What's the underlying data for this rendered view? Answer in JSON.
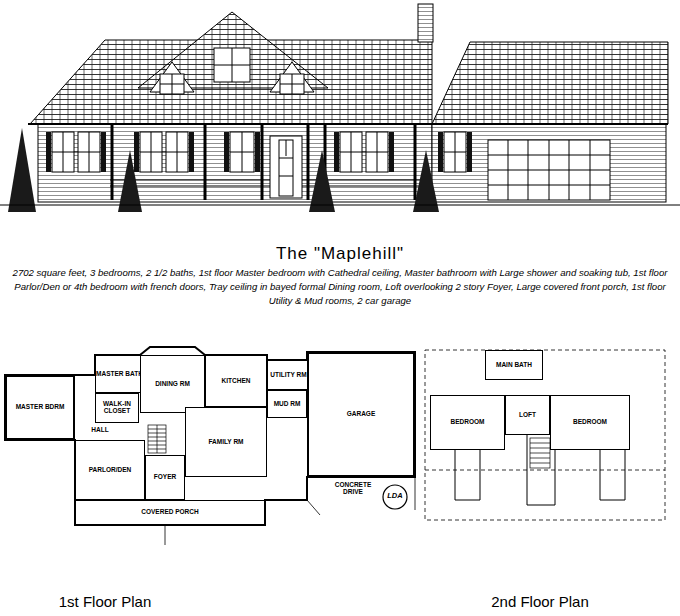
{
  "diagram": {
    "title": "The \"Maplehill\"",
    "caption": "2702 square feet, 3 bedrooms, 2 1/2 baths, 1st floor Master bedroom with Cathedral ceiling, Master bathroom with Large shower and soaking tub, 1st floor Parlor/Den or 4th bedroom with french doors, Tray ceiling in bayed formal Dining room, Loft overlooking 2 story Foyer, Large covered front porch, 1st floor Utility & Mud rooms, 2 car garage",
    "nodes": [
      {
        "text": [
          "MASTER BDRM"
        ]
      },
      {
        "text": [
          "MASTER BATH"
        ]
      },
      {
        "text": [
          "WALK-IN CLOSET"
        ]
      },
      {
        "text": [
          "DINING RM"
        ]
      },
      {
        "text": [
          "KITCHEN"
        ]
      },
      {
        "text": [
          "UTILITY RM"
        ]
      },
      {
        "text": [
          "MUD RM"
        ]
      },
      {
        "text": [
          "FAMILY RM"
        ]
      },
      {
        "text": [
          "PARLOR/DEN"
        ]
      },
      {
        "text": [
          "FOYER"
        ]
      },
      {
        "text": [
          "GARAGE"
        ]
      },
      {
        "text": [
          "COVERED PORCH"
        ]
      },
      {
        "text": [
          "MAIN BATH"
        ]
      },
      {
        "text": [
          "BEDROOM"
        ]
      },
      {
        "text": [
          "LOFT"
        ]
      },
      {
        "text": [
          "BEDROOM"
        ]
      }
    ],
    "labels": [
      "1st Floor Plan",
      "2nd Floor Plan",
      "HALL",
      "CONCRETE DRIVE",
      "LDA"
    ]
  }
}
